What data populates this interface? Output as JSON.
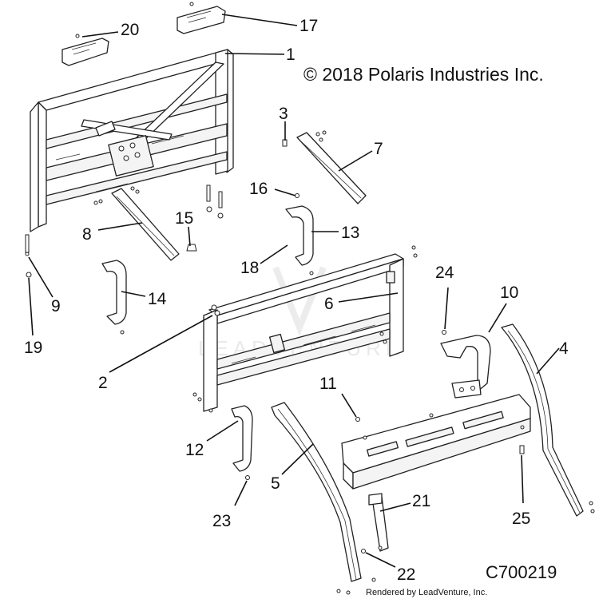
{
  "copyright": "© 2018 Polaris Industries Inc.",
  "diagram_code": "C700219",
  "rendered_by": "Rendered by LeadVenture, Inc.",
  "watermark": "LEADVENTURE",
  "callouts": [
    "20",
    "17",
    "1",
    "3",
    "7",
    "16",
    "15",
    "8",
    "13",
    "18",
    "9",
    "14",
    "19",
    "24",
    "10",
    "6",
    "2",
    "4",
    "11",
    "12",
    "5",
    "21",
    "23",
    "25",
    "22"
  ]
}
